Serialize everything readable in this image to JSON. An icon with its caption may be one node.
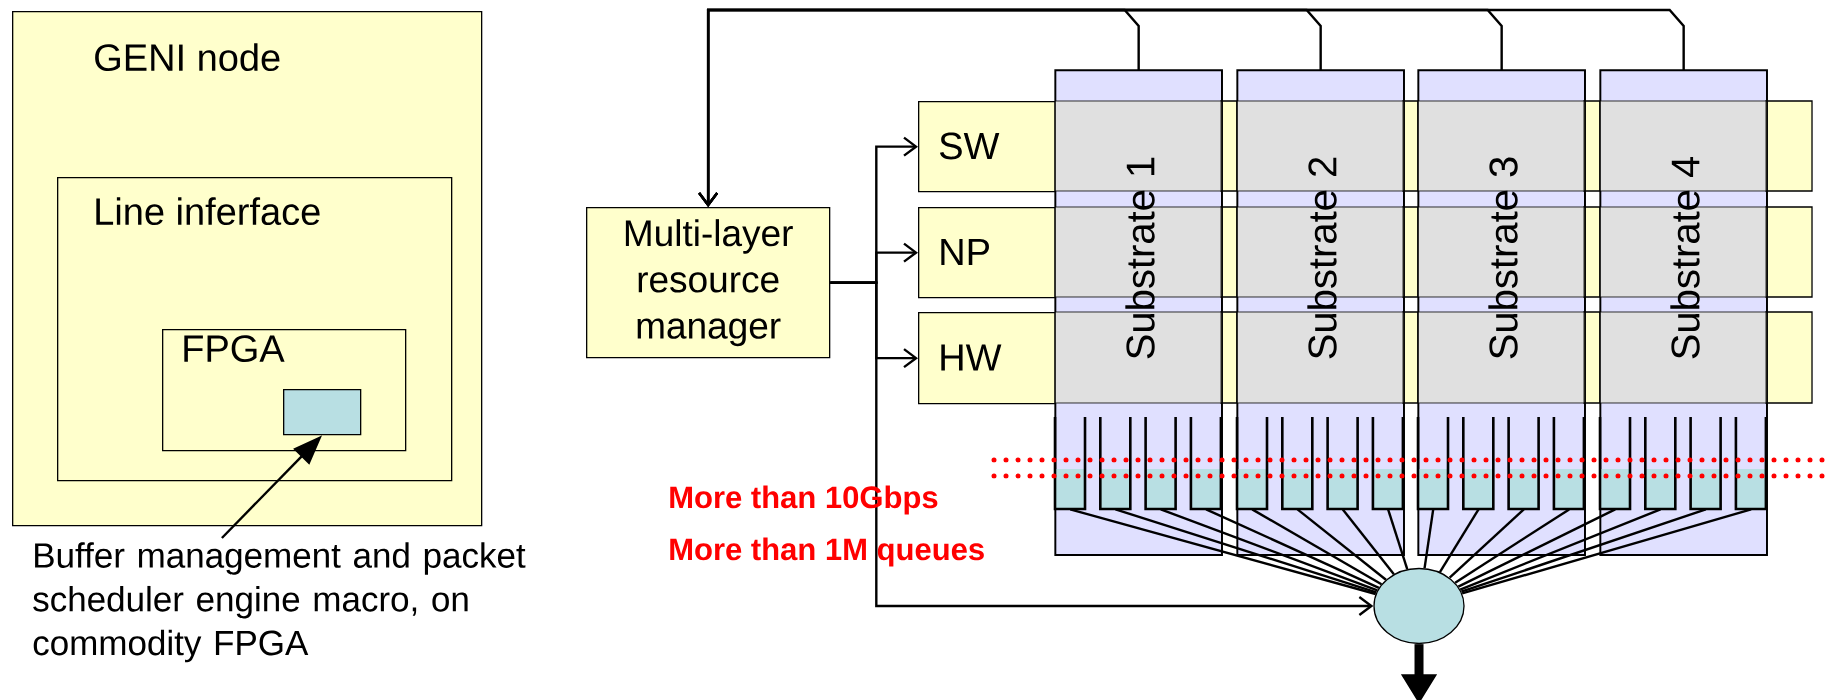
{
  "diagram": {
    "nodes": [
      {
        "text": [
          "GENI node"
        ]
      },
      {
        "text": [
          "Line inferface"
        ],
        "in": 0
      },
      {
        "text": [
          "FPGA"
        ],
        "in": 1
      },
      {
        "text": [],
        "shape": "box",
        "in": 2
      },
      {
        "text": [
          "Buffer management and packet scheduler engine macro, on commodity FPGA"
        ]
      },
      {
        "text": [
          "Multi-layer resource manager"
        ]
      },
      {
        "text": [
          "SW"
        ]
      },
      {
        "text": [
          "NP"
        ]
      },
      {
        "text": [
          "HW"
        ]
      },
      {
        "text": [
          "Substrate 1"
        ]
      },
      {
        "text": [
          "Substrate 2"
        ]
      },
      {
        "text": [
          "Substrate 3"
        ]
      },
      {
        "text": [
          "Substrate 4"
        ]
      },
      {
        "text": [],
        "shape": "box",
        "in": 9
      },
      {
        "text": [],
        "shape": "box",
        "in": 9
      },
      {
        "text": [],
        "shape": "box",
        "in": 9
      },
      {
        "text": [],
        "shape": "box",
        "in": 9
      },
      {
        "text": [],
        "shape": "box",
        "in": 10
      },
      {
        "text": [],
        "shape": "box",
        "in": 10
      },
      {
        "text": [],
        "shape": "box",
        "in": 10
      },
      {
        "text": [],
        "shape": "box",
        "in": 10
      },
      {
        "text": [],
        "shape": "box",
        "in": 11
      },
      {
        "text": [],
        "shape": "box",
        "in": 11
      },
      {
        "text": [],
        "shape": "box",
        "in": 11
      },
      {
        "text": [],
        "shape": "box",
        "in": 11
      },
      {
        "text": [],
        "shape": "box",
        "in": 12
      },
      {
        "text": [],
        "shape": "box",
        "in": 12
      },
      {
        "text": [],
        "shape": "box",
        "in": 12
      },
      {
        "text": [],
        "shape": "box",
        "in": 12
      },
      {
        "text": [],
        "shape": "ellipse"
      }
    ],
    "edges": [
      {
        "from": 4,
        "to": 3,
        "arrow": "to"
      },
      {
        "from": 5,
        "to": 6,
        "arrow": "to"
      },
      {
        "from": 5,
        "to": 7,
        "arrow": "to"
      },
      {
        "from": 5,
        "to": 8,
        "arrow": "to"
      },
      {
        "from": 5,
        "to": 29,
        "arrow": "to"
      },
      {
        "from": 9,
        "to": 5,
        "arrow": "to"
      },
      {
        "from": 10,
        "to": 5,
        "arrow": "to"
      },
      {
        "from": 11,
        "to": 5,
        "arrow": "to"
      },
      {
        "from": 12,
        "to": 5,
        "arrow": "to"
      },
      {
        "from": 13,
        "to": 29,
        "arrow": "none"
      },
      {
        "from": 14,
        "to": 29,
        "arrow": "none"
      },
      {
        "from": 15,
        "to": 29,
        "arrow": "none"
      },
      {
        "from": 16,
        "to": 29,
        "arrow": "none"
      },
      {
        "from": 17,
        "to": 29,
        "arrow": "none"
      },
      {
        "from": 18,
        "to": 29,
        "arrow": "none"
      },
      {
        "from": 19,
        "to": 29,
        "arrow": "none"
      },
      {
        "from": 20,
        "to": 29,
        "arrow": "none"
      },
      {
        "from": 21,
        "to": 29,
        "arrow": "none"
      },
      {
        "from": 22,
        "to": 29,
        "arrow": "none"
      },
      {
        "from": 23,
        "to": 29,
        "arrow": "none"
      },
      {
        "from": 24,
        "to": 29,
        "arrow": "none"
      },
      {
        "from": 25,
        "to": 29,
        "arrow": "none"
      },
      {
        "from": 26,
        "to": 29,
        "arrow": "none"
      },
      {
        "from": 27,
        "to": 29,
        "arrow": "none"
      },
      {
        "from": 28,
        "to": 29,
        "arrow": "none"
      },
      {
        "from": 29,
        "to": null,
        "arrow": "to",
        "style": "thick"
      }
    ],
    "labels": [
      "More than 10Gbps",
      "More than 1M queues"
    ]
  }
}
